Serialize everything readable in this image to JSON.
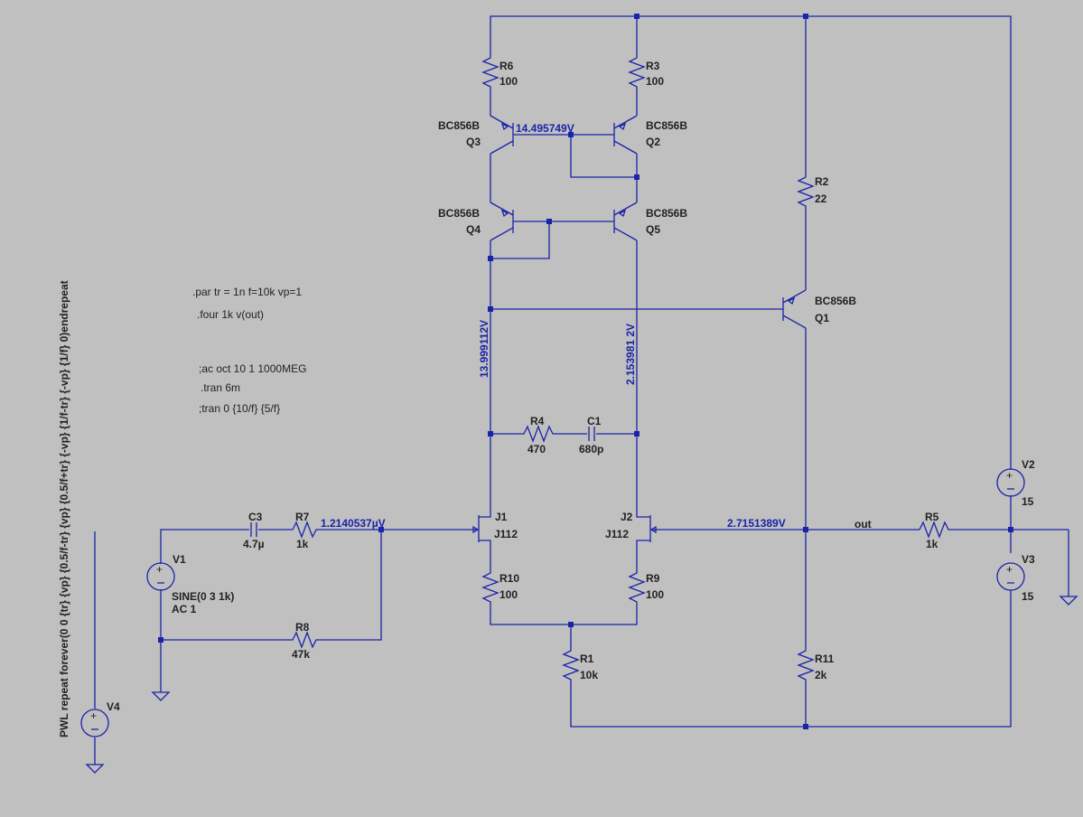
{
  "parts": {
    "R6": {
      "name": "R6",
      "value": "100"
    },
    "R3": {
      "name": "R3",
      "value": "100"
    },
    "R2": {
      "name": "R2",
      "value": "22"
    },
    "Q3": {
      "name": "Q3",
      "model": "BC856B"
    },
    "Q2": {
      "name": "Q2",
      "model": "BC856B"
    },
    "Q4": {
      "name": "Q4",
      "model": "BC856B"
    },
    "Q5": {
      "name": "Q5",
      "model": "BC856B"
    },
    "Q1": {
      "name": "Q1",
      "model": "BC856B"
    },
    "R4": {
      "name": "R4",
      "value": "470"
    },
    "C1": {
      "name": "C1",
      "value": "680p"
    },
    "C3": {
      "name": "C3",
      "value": "4.7µ"
    },
    "R7": {
      "name": "R7",
      "value": "1k"
    },
    "R8": {
      "name": "R8",
      "value": "47k"
    },
    "R5": {
      "name": "R5",
      "value": "1k"
    },
    "J1": {
      "name": "J1",
      "model": "J112"
    },
    "J2": {
      "name": "J2",
      "model": "J112"
    },
    "R10": {
      "name": "R10",
      "value": "100"
    },
    "R9": {
      "name": "R9",
      "value": "100"
    },
    "R1": {
      "name": "R1",
      "value": "10k"
    },
    "R11": {
      "name": "R11",
      "value": "2k"
    },
    "V1": {
      "name": "V1",
      "line1": "SINE(0 3 1k)",
      "line2": "AC 1"
    },
    "V2": {
      "name": "V2",
      "value": "15"
    },
    "V3": {
      "name": "V3",
      "value": "15"
    },
    "V4": {
      "name": "V4",
      "value": "PWL repeat forever(0 0 {tr} {vp} {0.5/f-tr} {vp} {0.5/f+tr} {-vp} {1/f-tr} {-vp} {1/f} 0)endrepeat"
    }
  },
  "nets": {
    "out": "out"
  },
  "voltages": {
    "q3_base": "14.495749V",
    "left_branch": "13.999112V",
    "right_branch": "2.153981 2V",
    "input_node": "1.2140537µV",
    "output_node": "2.7151389V"
  },
  "directives": {
    "par": ".par tr = 1n f=10k vp=1",
    "four": ".four 1k v(out)",
    "ac": ";ac oct 10 1 1000MEG",
    "tran": ".tran 6m",
    "tran_alt": ";tran 0 {10/f} {5/f}"
  },
  "colors": {
    "background": "#c0c0c0",
    "wire": "#1a24a8",
    "text": "#222222",
    "voltage_label": "#1a24a8"
  }
}
